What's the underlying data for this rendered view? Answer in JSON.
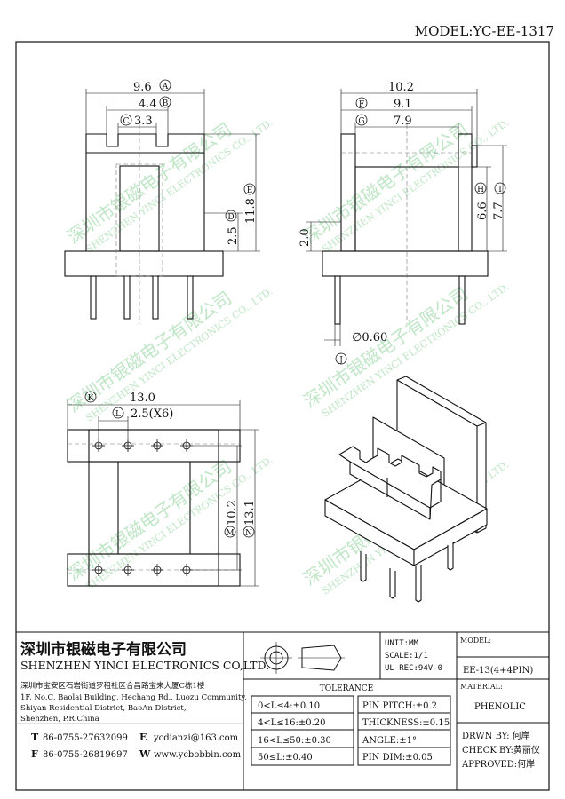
{
  "model": "MODEL:YC-EE-1317",
  "dims": {
    "A": "A",
    "B": "B",
    "C": "C",
    "D": "D",
    "E": "E",
    "F": "F",
    "G": "G",
    "H": "H",
    "I": "I",
    "J": "J",
    "K": "K",
    "L": "L",
    "M": "M",
    "N": "N",
    "a_val": "9.6",
    "b_val": "4.4",
    "c_val": "3.3",
    "d_val": "2.5",
    "e_val": "11.8",
    "f_val": "9.1",
    "g_val": "7.9",
    "h_val": "6.6",
    "i_val": "7.7",
    "top_width": "10.2",
    "side_height": "2.0",
    "j_val": "∅0.60",
    "k_val": "13.0",
    "l_val": "2.5(X6)",
    "m_val": "10.2",
    "n_val": "13.1"
  },
  "watermark": {
    "cn": "深圳市银磁电子有限公司",
    "en": "SHENZHEN YINCI ELECTRONICS CO., LTD."
  },
  "company": {
    "name_cn": "深圳市银磁电子有限公司",
    "name_en": "SHENZHEN YINCI ELECTRONICS CO,LTD.",
    "addr_cn": "深圳市宝安区石岩街道罗租社区合昌路宝来大厦C栋1楼",
    "addr_en1": "1F, No.C, Baolai Building, Hechang Rd., Luozu Community,",
    "addr_en2": "Shiyan Residential District, BaoAn District,",
    "addr_en3": "Shenzhen, P.R.China",
    "tel_label": "T",
    "tel": "86-0755-27632099",
    "fax_label": "F",
    "fax": "86-0755-26819697",
    "email_label": "E",
    "email": "ycdianzi@163.com",
    "web_label": "W",
    "web": "www.ycbobbin.com"
  },
  "info": {
    "unit": "UNIT:MM",
    "scale": "SCALE:1/1",
    "ul": "UL REC:94V-0",
    "model_label": "MODEL:",
    "model_value": "EE-13(4+4PIN)",
    "material_label": "MATERIAL:",
    "material_value": "PHENOLIC"
  },
  "tolerance": {
    "title": "TOLERANCE",
    "rows": [
      "0<L≤4:±0.10",
      "4<L≤16:±0.20",
      "16<L≤50:±0.30",
      "50≤L:±0.40"
    ],
    "rows2": [
      "PIN PITCH:±0.2",
      "THICKNESS:±0.15",
      "ANGLE:±1°",
      "PIN DIM:±0.05"
    ]
  },
  "approval": {
    "drawn": "DRWN BY: 何岸",
    "check": "CHECK BY:黄丽仪",
    "approved": "APPROVED:何岸"
  }
}
